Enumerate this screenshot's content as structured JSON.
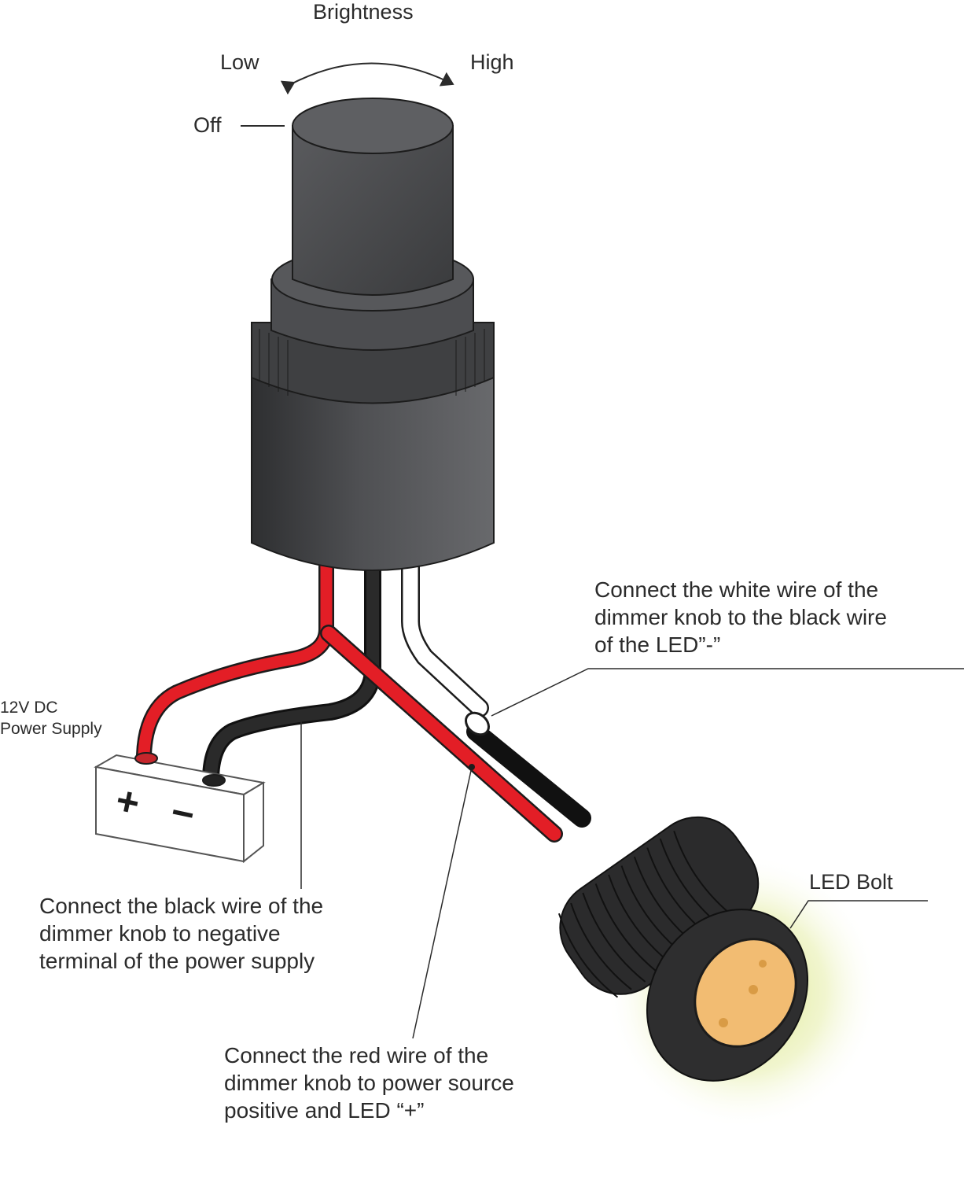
{
  "brightness": {
    "title": "Brightness",
    "low": "Low",
    "high": "High",
    "off": "Off"
  },
  "power_supply": {
    "label_line1": "12V DC",
    "label_line2": "Power Supply",
    "plus_symbol": "+",
    "minus_symbol": "−"
  },
  "white_wire_note": {
    "line1": "Connect the white wire of the",
    "line2": "dimmer knob to the black wire",
    "line3": "of the LED”-”"
  },
  "black_wire_note": {
    "line1": "Connect the black wire of the",
    "line2": "dimmer knob to negative",
    "line3": "terminal of the power supply"
  },
  "red_wire_note": {
    "line1": "Connect the red wire of the",
    "line2": "dimmer knob to power source",
    "line3": "positive and LED “+”"
  },
  "led": {
    "label": "LED Bolt"
  },
  "colors": {
    "red_wire": "#e31e26",
    "black_wire": "#1c1c1c",
    "knob_body": "#4a4b4d",
    "led_lens": "#f2bc72",
    "glow": "#d6e47a"
  }
}
